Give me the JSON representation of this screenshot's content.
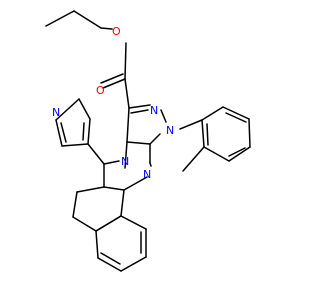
{
  "molecule": {
    "description_text": "",
    "colors": {
      "bond": "#000000",
      "oxygen": "#ff0000",
      "nitrogen": "#0000ff",
      "background": "#ffffff"
    },
    "atom_labels": [
      {
        "id": "o_carbonyl",
        "text": "O",
        "element": "oxygen"
      },
      {
        "id": "o_ester",
        "text": "O",
        "element": "oxygen"
      },
      {
        "id": "n_pyridine",
        "text": "N",
        "element": "nitrogen"
      },
      {
        "id": "n_triazole_top",
        "text": "N",
        "element": "nitrogen"
      },
      {
        "id": "n_triazole_right",
        "text": "N",
        "element": "nitrogen"
      },
      {
        "id": "n_fused",
        "text": "N",
        "element": "nitrogen"
      },
      {
        "id": "n_bottom",
        "text": "N",
        "element": "nitrogen"
      }
    ]
  }
}
